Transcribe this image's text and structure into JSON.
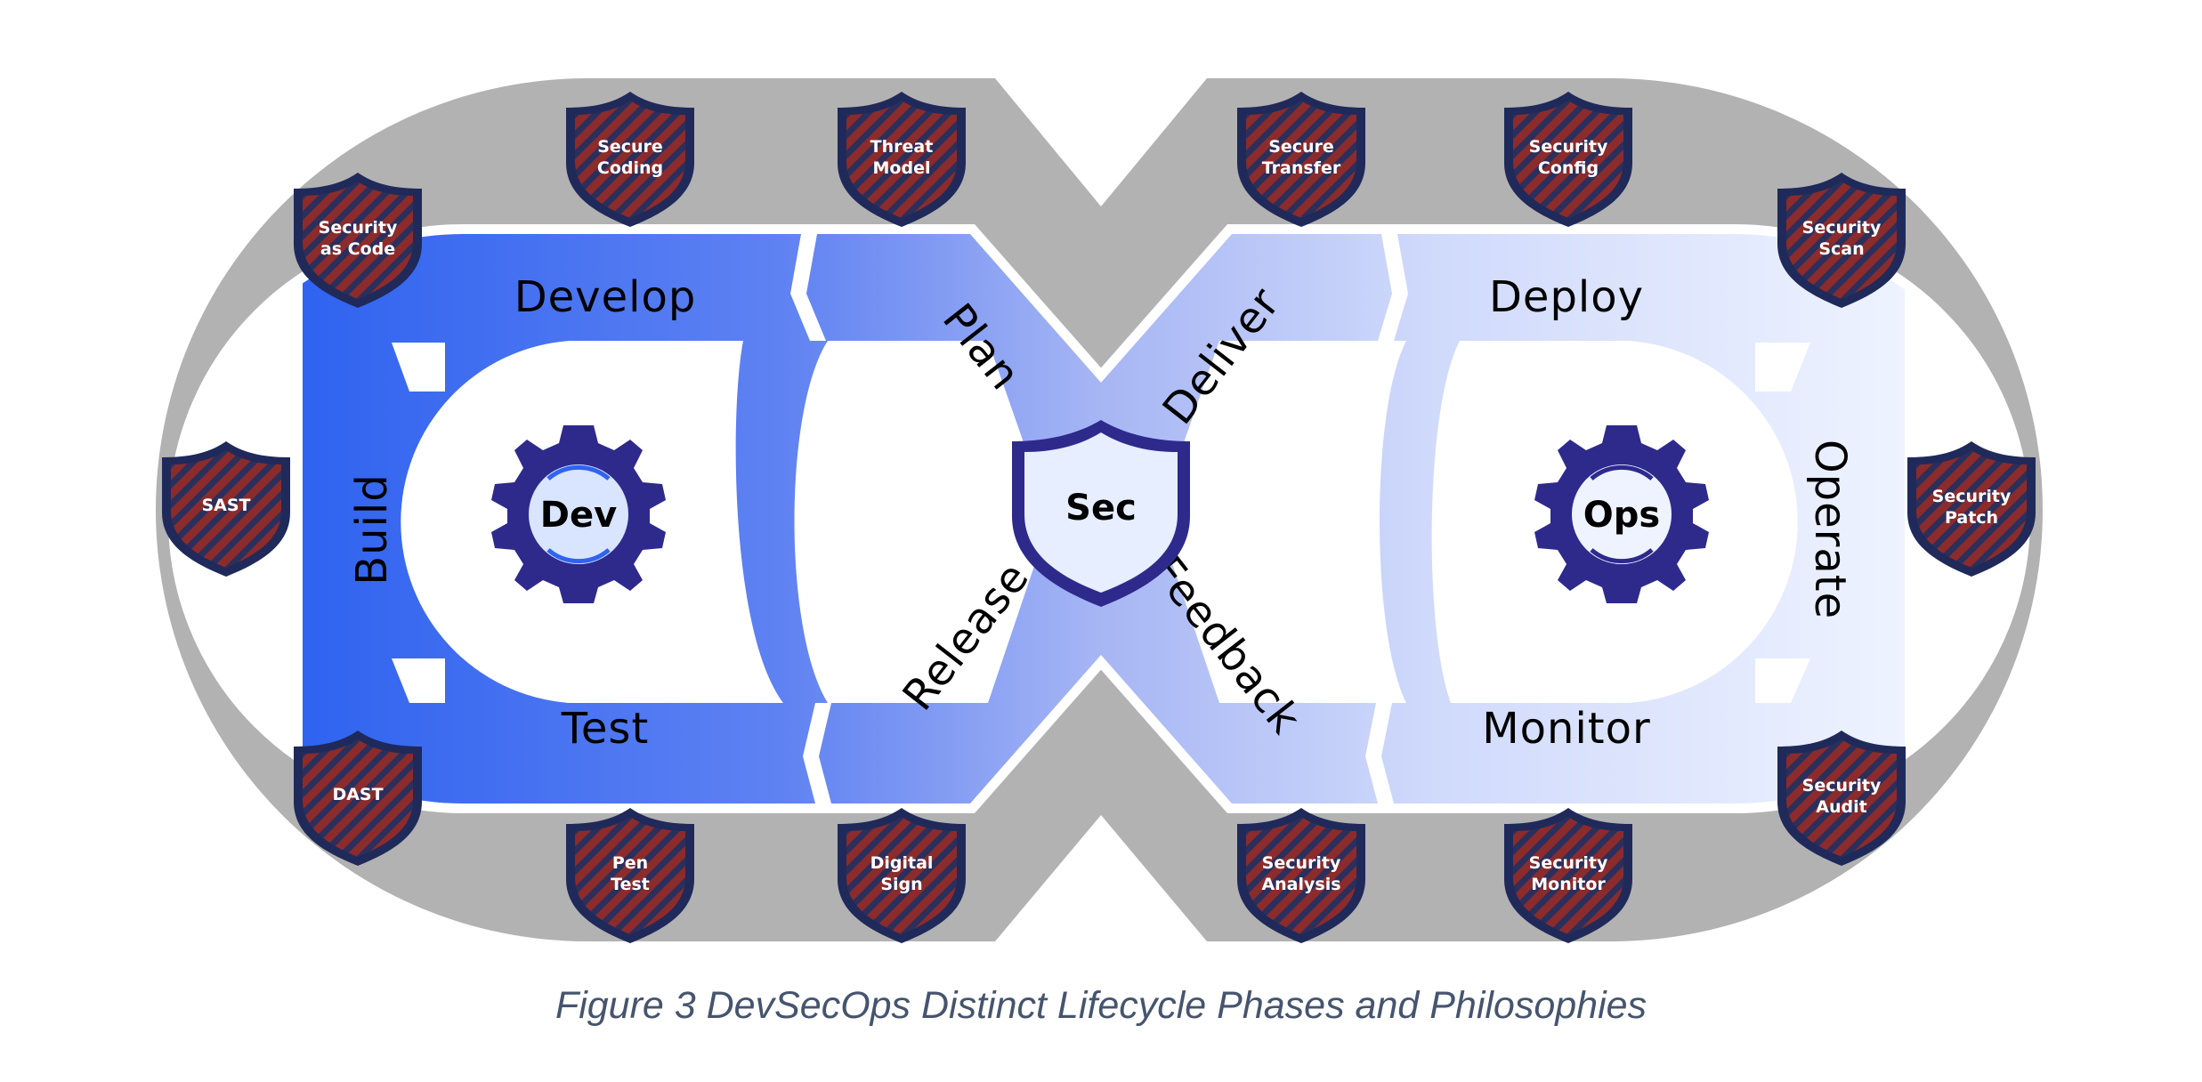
{
  "phases": {
    "develop": "Develop",
    "build": "Build",
    "test": "Test",
    "plan": "Plan",
    "release": "Release",
    "deliver": "Deliver",
    "feedback": "Feedback",
    "deploy": "Deploy",
    "operate": "Operate",
    "monitor": "Monitor"
  },
  "hubs": {
    "dev": "Dev",
    "sec": "Sec",
    "ops": "Ops"
  },
  "shields": [
    {
      "id": "security-as-code",
      "line1": "Security",
      "line2": "as Code"
    },
    {
      "id": "secure-coding",
      "line1": "Secure",
      "line2": "Coding"
    },
    {
      "id": "threat-model",
      "line1": "Threat",
      "line2": "Model"
    },
    {
      "id": "secure-transfer",
      "line1": "Secure",
      "line2": "Transfer"
    },
    {
      "id": "security-config",
      "line1": "Security",
      "line2": "Config"
    },
    {
      "id": "security-scan",
      "line1": "Security",
      "line2": "Scan"
    },
    {
      "id": "sast",
      "line1": "SAST",
      "line2": ""
    },
    {
      "id": "security-patch",
      "line1": "Security",
      "line2": "Patch"
    },
    {
      "id": "dast",
      "line1": "DAST",
      "line2": ""
    },
    {
      "id": "pen-test",
      "line1": "Pen",
      "line2": "Test"
    },
    {
      "id": "digital-sign",
      "line1": "Digital",
      "line2": "Sign"
    },
    {
      "id": "security-analysis",
      "line1": "Security",
      "line2": "Analysis"
    },
    {
      "id": "security-monitor",
      "line1": "Security",
      "line2": "Monitor"
    },
    {
      "id": "security-audit",
      "line1": "Security",
      "line2": "Audit"
    }
  ],
  "caption": "Figure 3 DevSecOps Distinct Lifecycle Phases and Philosophies",
  "colors": {
    "outer_ring": "#b2b2b2",
    "dev_blue": "#2f63f0",
    "ops_light": "#e6eeff",
    "shield_red": "#8c2b2b",
    "shield_navy": "#1f2a5a",
    "gear_navy": "#2e2a8c",
    "caption": "#46546e"
  }
}
